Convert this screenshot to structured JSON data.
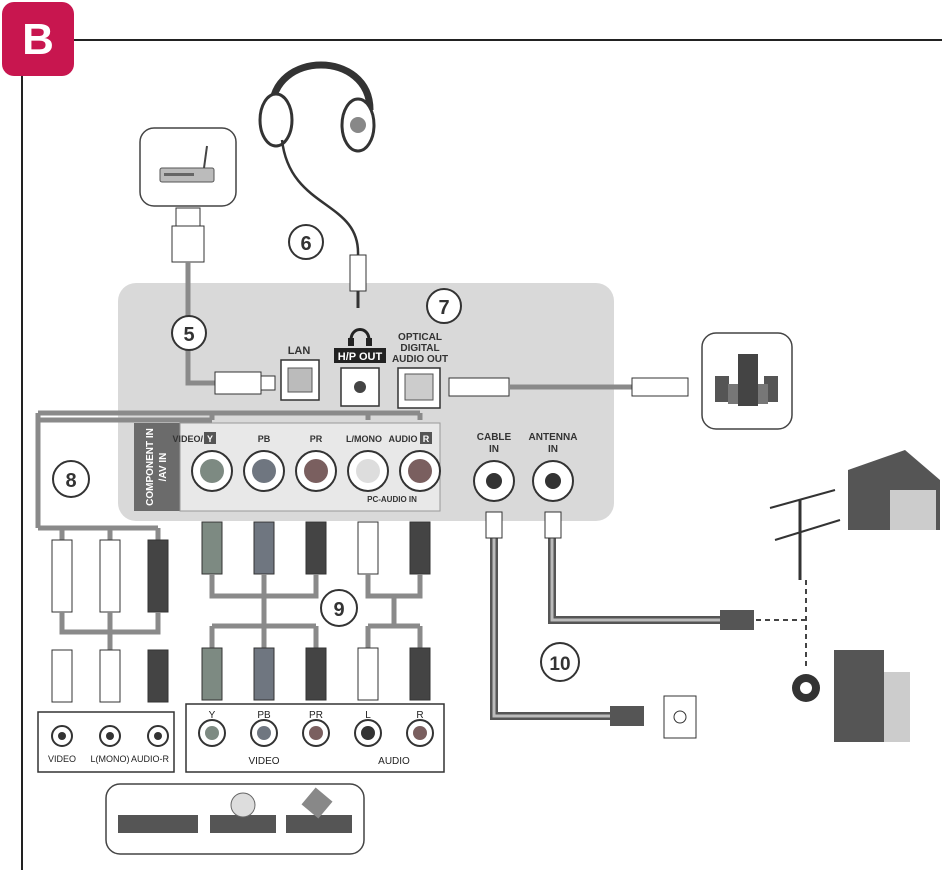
{
  "section_badge": "B",
  "callouts": {
    "n5": "5",
    "n6": "6",
    "n7": "7",
    "n8": "8",
    "n9": "9",
    "n10": "10"
  },
  "ports": {
    "lan": "LAN",
    "hp_out": "H/P OUT",
    "optical_line1": "OPTICAL",
    "optical_line2": "DIGITAL",
    "optical_line3": "AUDIO OUT",
    "component_line1": "COMPONENT IN",
    "component_line2": "/AV IN",
    "video_y": "VIDEO/",
    "y_badge": "Y",
    "pb": "PB",
    "pr": "PR",
    "lmono": "L/MONO",
    "audio_r_word": "AUDIO",
    "r_badge": "R",
    "pc_audio": "PC-AUDIO IN",
    "cable_in_1": "CABLE",
    "cable_in_2": "IN",
    "antenna_in_1": "ANTENNA",
    "antenna_in_2": "IN"
  },
  "av_panel": {
    "video": "VIDEO",
    "l_mono": "L(MONO)",
    "audio_r": "AUDIO-R"
  },
  "component_panel": {
    "y": "Y",
    "pb": "PB",
    "pr": "PR",
    "l": "L",
    "r": "R",
    "video": "VIDEO",
    "audio": "AUDIO"
  },
  "colors": {
    "badge": "#c8164f",
    "panel": "#d9d9d9",
    "label_block": "#6b6b6b",
    "cable": "#8a8a8a",
    "ring_green": "#7d8a82",
    "ring_blue": "#6f7680",
    "ring_red": "#7a5f5f"
  }
}
